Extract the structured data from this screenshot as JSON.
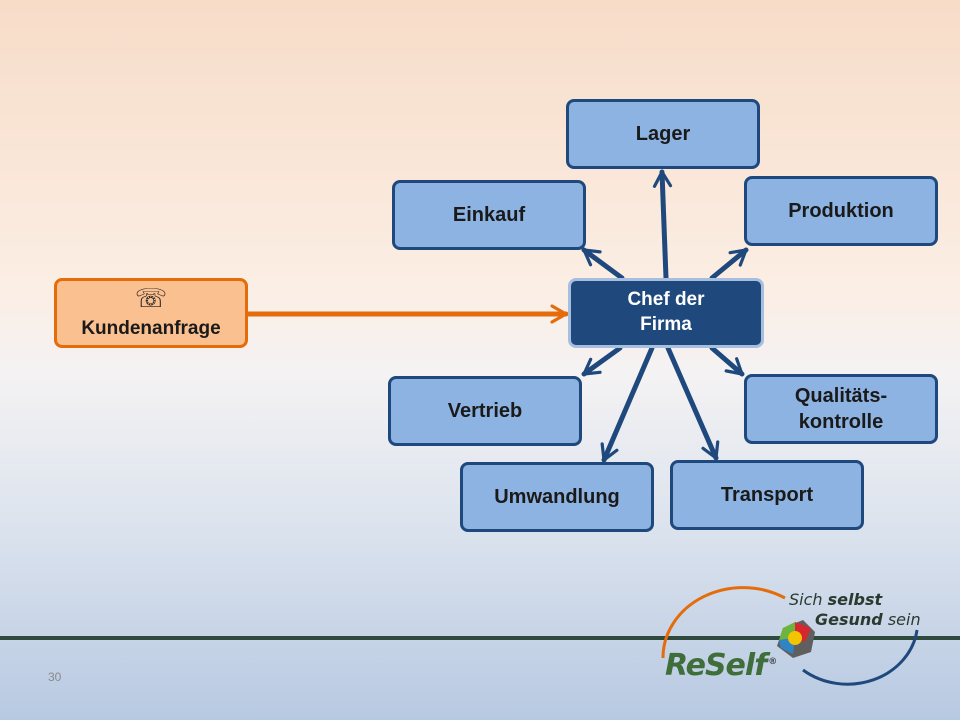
{
  "diagram": {
    "center": "Chef der Firma",
    "departments": {
      "lager": "Lager",
      "einkauf": "Einkauf",
      "produktion": "Produktion",
      "vertrieb": "Vertrieb",
      "qualitaet": "Qualitäts-kontrolle",
      "umwandlung": "Umwandlung",
      "transport": "Transport"
    },
    "request": {
      "icon": "telephone-icon",
      "glyph": "☏",
      "label": "Kundenanfrage"
    },
    "colors": {
      "box_fill": "#8db3e2",
      "box_border": "#1f497d",
      "center_fill": "#1f497d",
      "request_fill": "#fac090",
      "request_border": "#e46c0a",
      "arrow_blue": "#1f497d",
      "arrow_orange": "#e46c0a"
    }
  },
  "footer": {
    "page_number": "30",
    "logo": {
      "brand": "ReSelf",
      "registered": "®",
      "tagline_line1_a": "Sich ",
      "tagline_line1_b": "selbst",
      "tagline_line2_a": "Gesund",
      "tagline_line2_b": " sein"
    }
  }
}
